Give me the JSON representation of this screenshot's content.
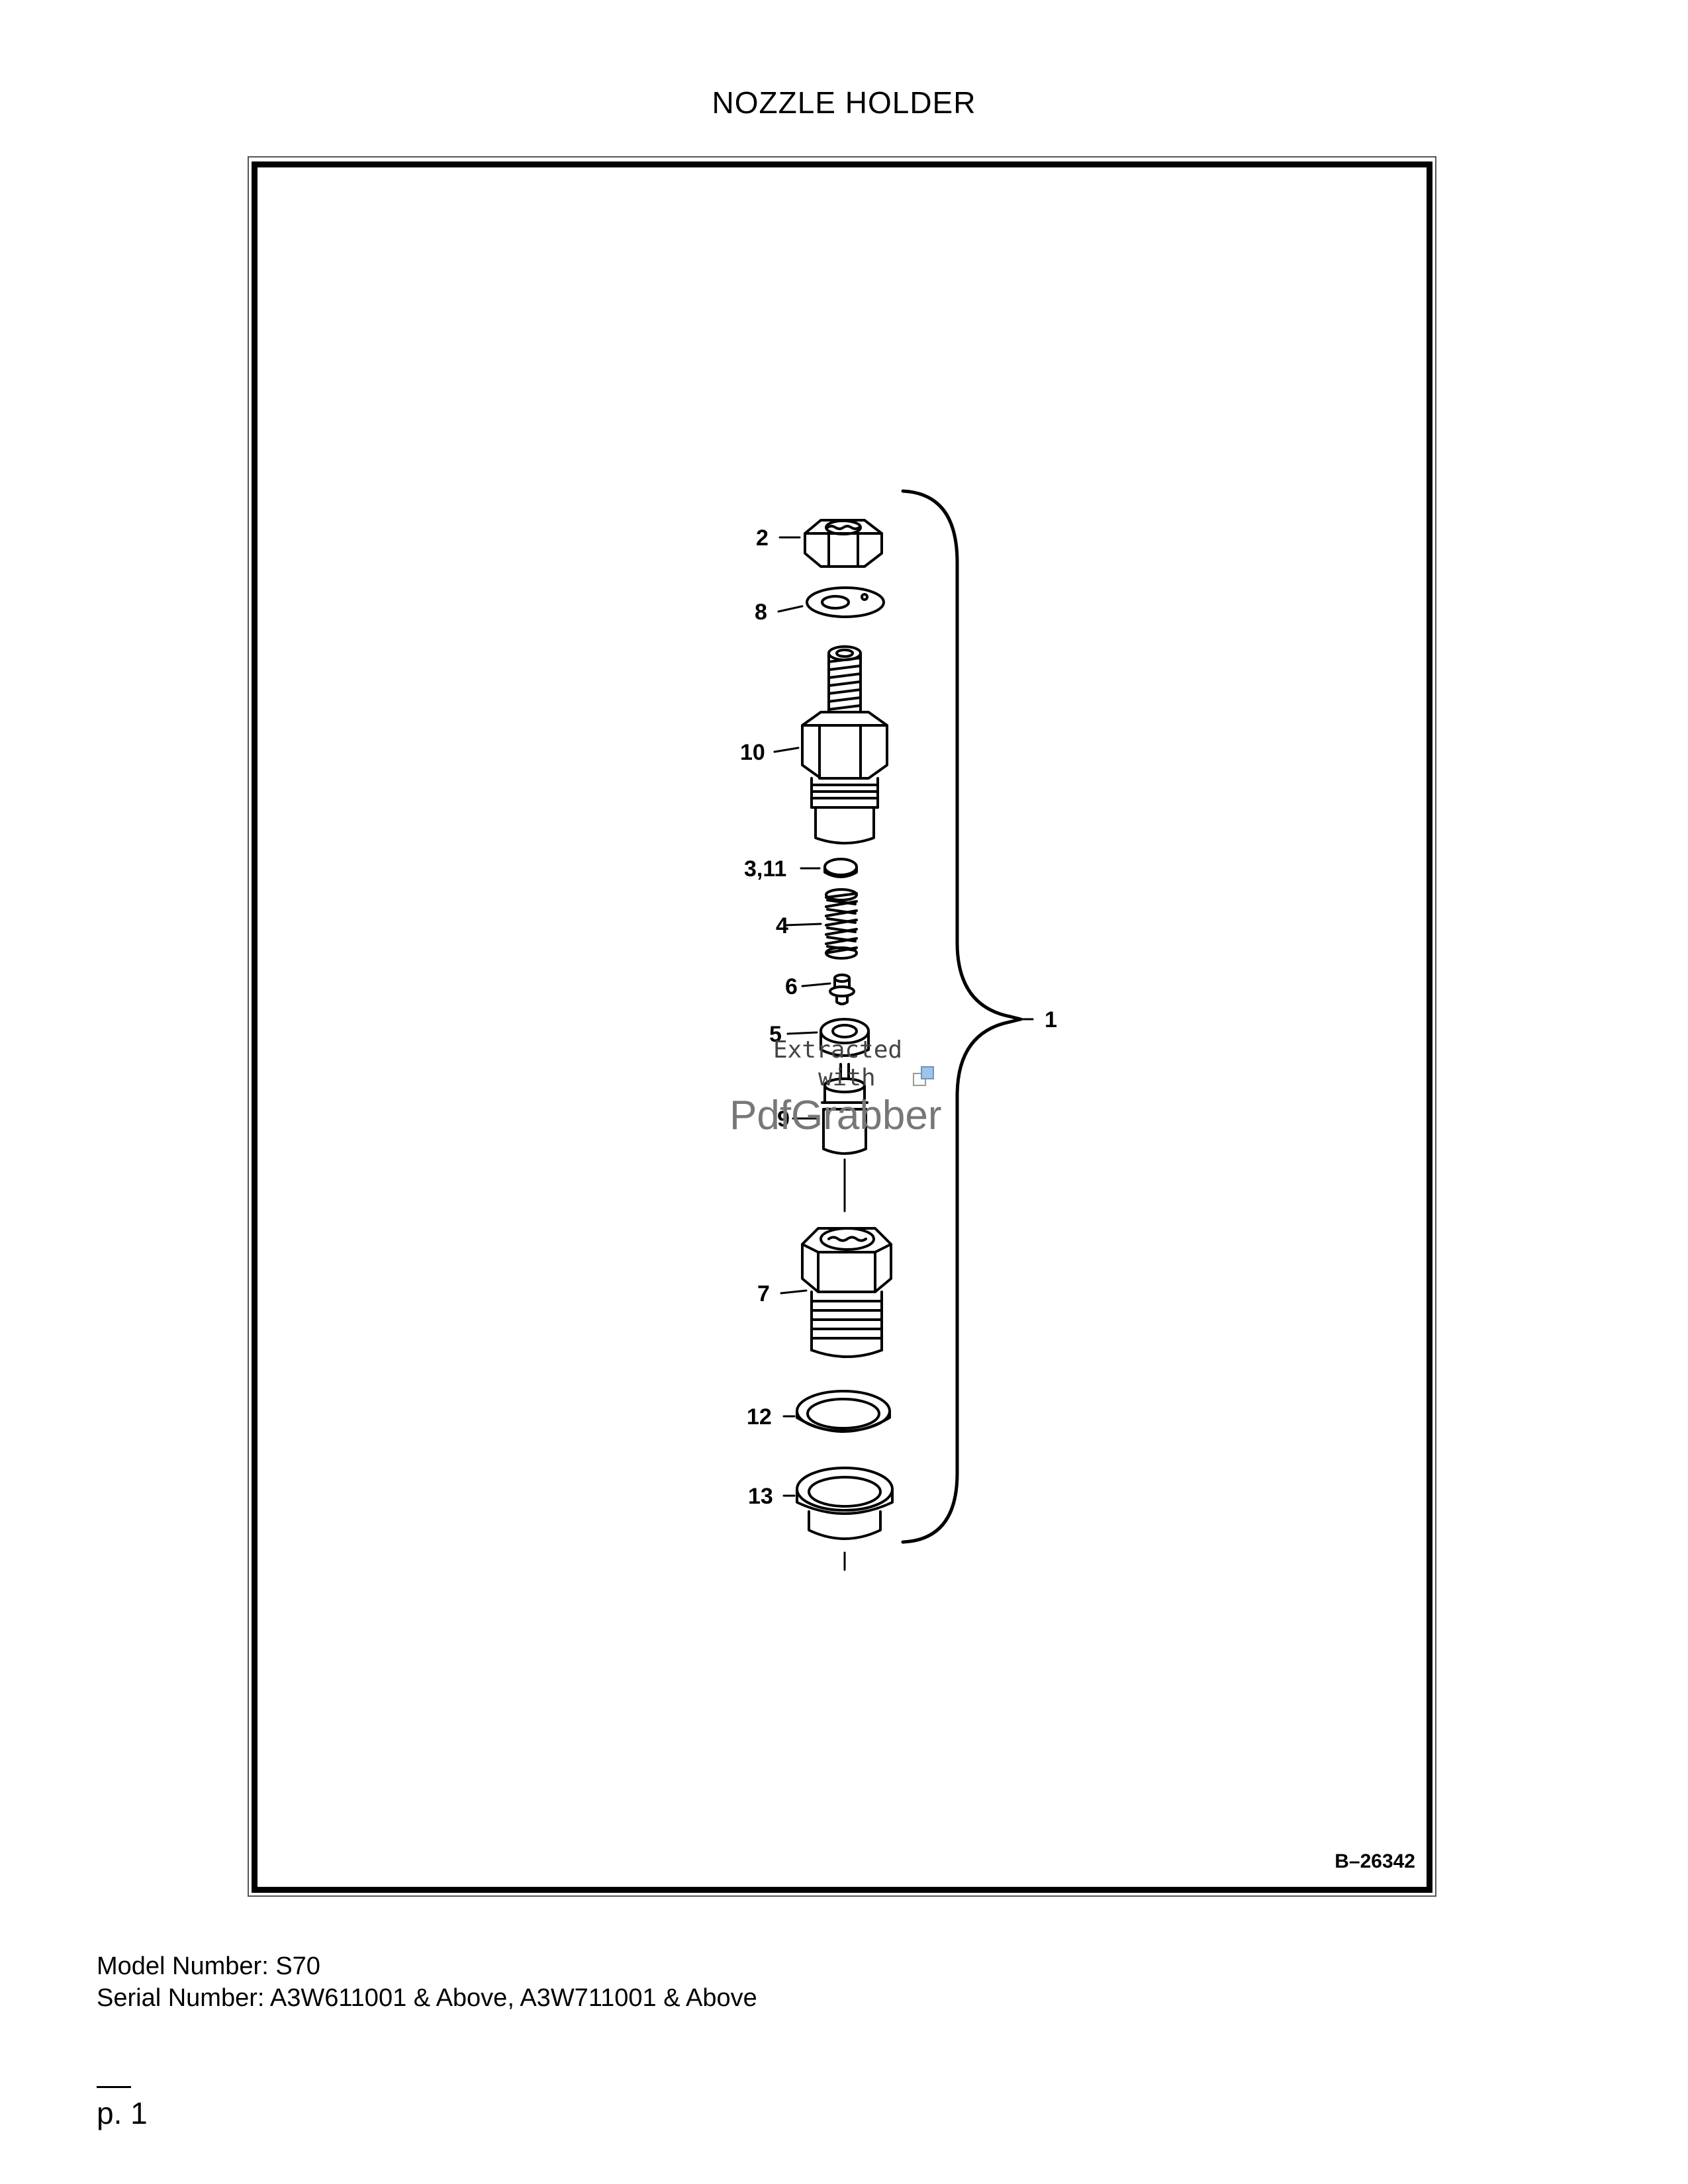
{
  "page": {
    "title": "NOZZLE HOLDER"
  },
  "figure": {
    "figure_number": "B–26342",
    "callouts": {
      "c2": "2",
      "c8": "8",
      "c10": "10",
      "c3_11": "3,11",
      "c4": "4",
      "c6": "6",
      "c5": "5",
      "c9": "9",
      "c7": "7",
      "c12": "12",
      "c13": "13",
      "c1": "1"
    },
    "watermark": {
      "line1": "Extracted",
      "line2": "with",
      "brand": "PdfGrabber"
    }
  },
  "info": {
    "model": "Model Number: S70",
    "serial": "Serial Number: A3W611001 & Above, A3W711001 & Above"
  },
  "footer": {
    "page_label": "p. 1"
  }
}
